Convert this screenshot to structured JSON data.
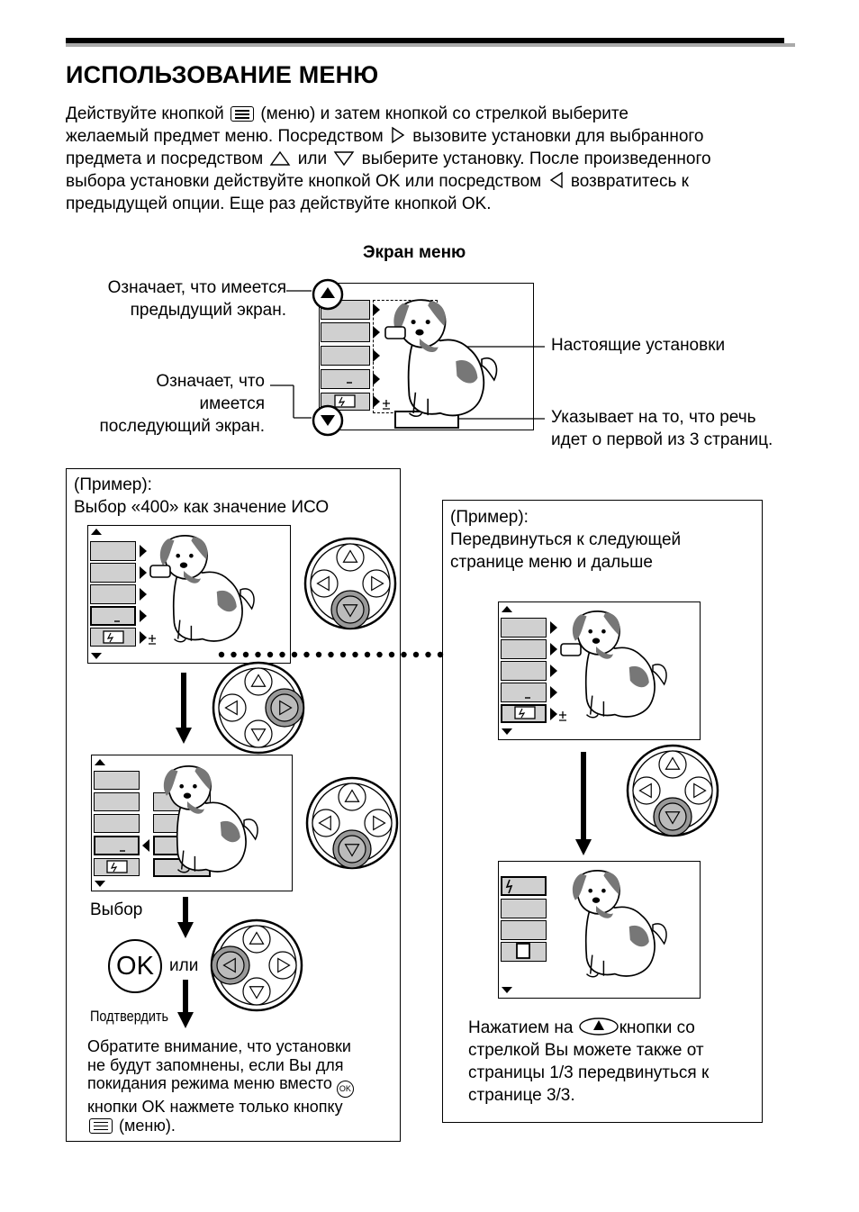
{
  "title": "ИСПОЛЬЗОВАНИЕ МЕНЮ",
  "intro": {
    "l1a": "Действуйте кнопкой",
    "l1b": "(меню) и затем кнопкой со стрелкой выберите",
    "l2a": "желаемый предмет меню. Посредством",
    "l2b": "вызовите установки для выбранного",
    "l3a": "предмета и посредством",
    "l3b": "или",
    "l3c": "выберите установку. После произведенного",
    "l4a": "выбора установки действуйте кнопкой OK или посредством",
    "l4b": "возвратитесь к",
    "l5": "предыдущей опции. Еще раз действуйте кнопкой OK."
  },
  "menu_screen": {
    "heading": "Экран меню",
    "prev_label_1": "Означает, что имеется",
    "prev_label_2": "предыдущий экран.",
    "next_label_1": "Означает, что",
    "next_label_2": "имеется",
    "next_label_3": "последующий экран.",
    "current_label": "Настоящие установки",
    "page_label_1": "Указывает на то, что речь",
    "page_label_2": "идет о первой из 3 страниц."
  },
  "example_left": {
    "caption_1": "(Пример):",
    "caption_2": "Выбор «400» как значение ИСО",
    "select_label": "Выбор",
    "ok_label": "OK",
    "or_label": "или",
    "confirm_label": "Подтвердить",
    "note_1": "Обратите внимание, что установки",
    "note_2": "не будут запомнены, если Вы для",
    "note_3": "покидания режима меню вместо",
    "note_ok": "OK",
    "note_4": "кнопки OK нажмете только кнопку",
    "note_5": "(меню)."
  },
  "example_right": {
    "caption_1": "(Пример):",
    "caption_2": "Передвинуться к следующей",
    "caption_3": "странице меню и дальше",
    "note_1a": "Нажатием на",
    "note_1b": "кнопки со",
    "note_2": "стрелкой Вы можете также от",
    "note_3": "страницы 1/3 передвинуться к",
    "note_4": "странице 3/3."
  },
  "icons": [
    "menu-icon",
    "right-arrow-icon",
    "up-arrow-icon",
    "down-arrow-icon",
    "left-arrow-icon",
    "dog-image",
    "dpad-icon",
    "ok-button-icon",
    "flash-icon"
  ],
  "colors": {
    "lcd_cell": "#d0d0d0",
    "dpad_highlight": "#999999"
  }
}
